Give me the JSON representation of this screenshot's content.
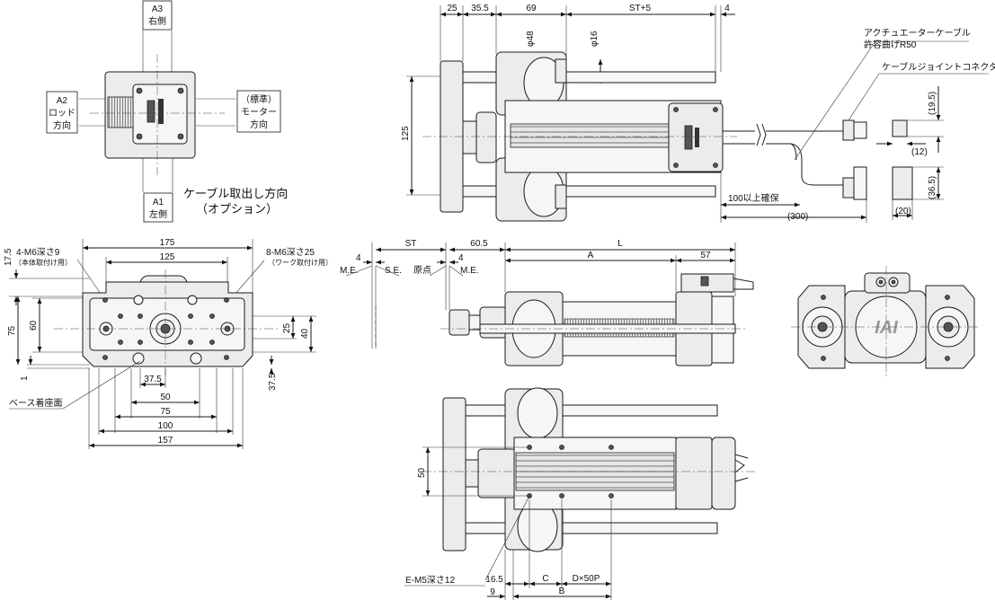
{
  "direction_view": {
    "a3_line1": "A3",
    "a3_line2": "右側",
    "a2_line1": "A2",
    "a2_line2": "ロッド",
    "a2_line3": "方向",
    "std_line1": "（標準）",
    "std_line2": "モーター",
    "std_line3": "方向",
    "a1_line1": "A1",
    "a1_line2": "左側",
    "cable_title_line1": "ケーブル取出し方向",
    "cable_title_line2": "（オプション）"
  },
  "side_view": {
    "dim_25": "25",
    "dim_35_5": "35.5",
    "dim_69": "69",
    "dim_st5": "ST+5",
    "dim_4": "4",
    "dim_phi48": "φ48",
    "dim_phi16": "φ16",
    "dim_125": "125",
    "actuator_cable_line1": "アクチュエーターケーブル",
    "actuator_cable_line2": "許容曲げR50",
    "joint_connector": "ケーブルジョイントコネクター",
    "dim_19_5": "(19.5)",
    "dim_12": "(12)",
    "dim_36_5": "(36.5)",
    "dim_20": "(20)",
    "clearance": "100以上確保",
    "dim_300": "(300)"
  },
  "front_view": {
    "dim_175": "175",
    "dim_125": "125",
    "note_m6_9_line1": "4-M6深さ9",
    "note_m6_9_line2": "（本体取付け用）",
    "note_m6_25_line1": "8-M6深さ25",
    "note_m6_25_line2": "（ワーク取付け用）",
    "dim_17_5": "17.5",
    "dim_75": "75",
    "dim_60": "60",
    "dim_1": "1",
    "dim_25": "25",
    "dim_40": "40",
    "dim_37_5_right": "37.5",
    "dim_37_5": "37.5",
    "dim_50": "50",
    "dim_75_h": "75",
    "dim_100": "100",
    "dim_157": "157",
    "base_face": "ベース着座面"
  },
  "stroke_view": {
    "dim_st": "ST",
    "dim_60_5": "60.5",
    "dim_l": "L",
    "dim_4_left": "4",
    "dim_4_right": "4",
    "me_left": "M.E.",
    "se": "S.E.",
    "origin": "原点",
    "me_right": "M.E.",
    "dim_a": "A",
    "dim_57": "57",
    "logo": "IAI"
  },
  "bottom_view": {
    "dim_50": "50",
    "note_em5": "E-M5深さ12",
    "dim_16_5": "16.5",
    "dim_c": "C",
    "dim_dx50p": "D×50P",
    "dim_9": "9",
    "dim_b": "B"
  }
}
